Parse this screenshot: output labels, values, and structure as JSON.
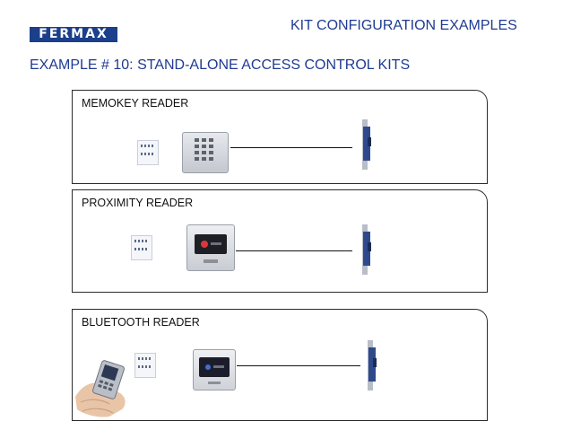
{
  "header": {
    "logo_text": "FERMAX",
    "title": "KIT CONFIGURATION EXAMPLES",
    "subtitle": "EXAMPLE # 10: STAND-ALONE ACCESS CONTROL KITS"
  },
  "panels": [
    {
      "label": "MEMOKEY READER"
    },
    {
      "label": "PROXIMITY READER"
    },
    {
      "label": "BLUETOOTH READER"
    }
  ],
  "colors": {
    "brand": "#1c3f8c",
    "title_text": "#1f3b92",
    "border": "#2b2b2b"
  }
}
